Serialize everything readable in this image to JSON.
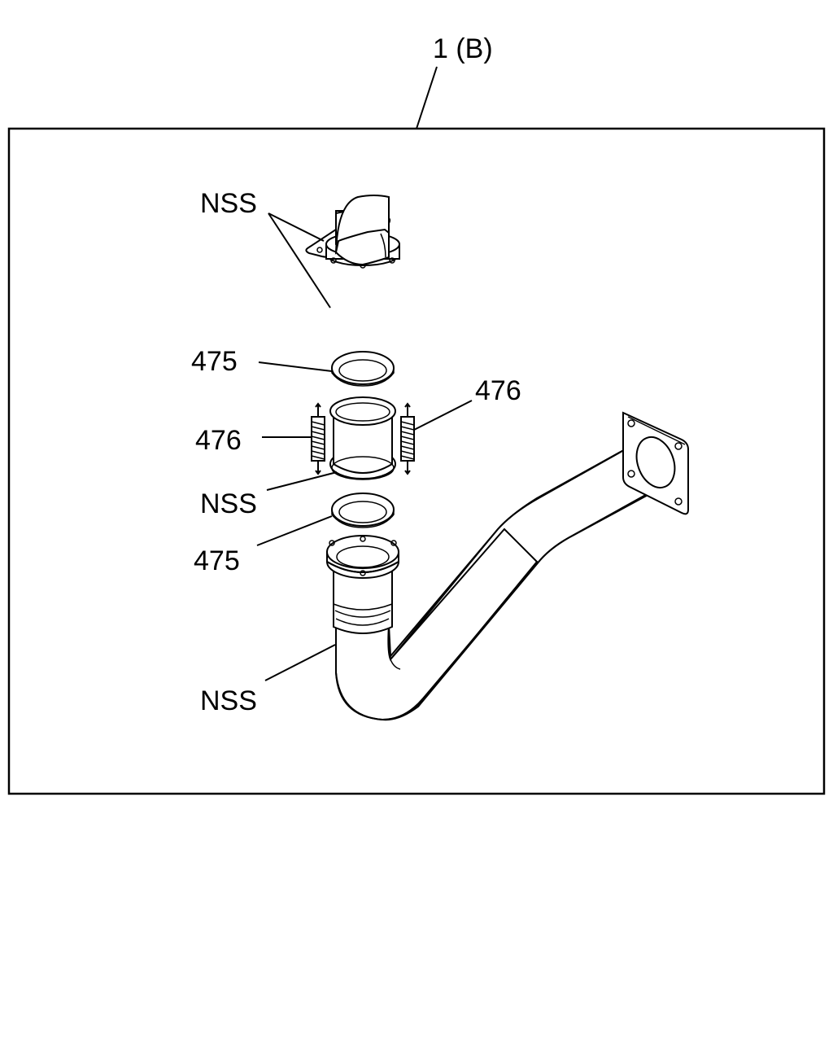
{
  "diagram": {
    "assembly_label": "1 (B)",
    "labels": {
      "nss_top": "NSS",
      "ring_475_upper": "475",
      "spring_476_left": "476",
      "spring_476_right": "476",
      "nss_middle": "NSS",
      "ring_475_lower": "475",
      "nss_pipe": "NSS"
    },
    "icons": [
      "gasket",
      "elbow-connector",
      "seal-ring",
      "sleeve",
      "spring",
      "exhaust-pipe"
    ]
  }
}
